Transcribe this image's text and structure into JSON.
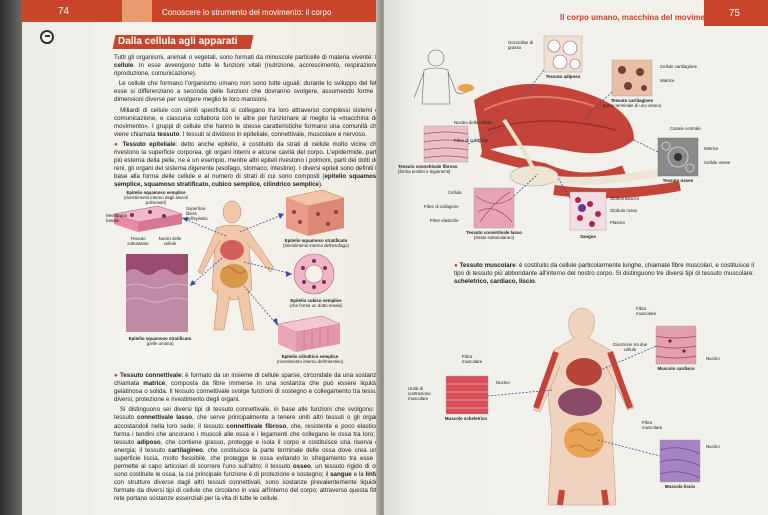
{
  "header_left": {
    "page_number": "74",
    "chapter": "Conoscere lo strumento del movimento: il corpo"
  },
  "header_right": {
    "page_number": "75",
    "chapter": "Il corpo umano, macchina del movimento"
  },
  "section_title": "Dalla cellula agli apparati",
  "intro": {
    "p1a": "Tutti gli organismi, animali o vegetali, sono formati da minuscole particelle di materia vivente:",
    "p1b": "le ",
    "p1_bold": "cellule",
    "p1c": ". In esse avvengono tutte le funzioni vitali (nutrizione, accrescimento, respirazione, riproduzione, comunicazione).",
    "p2": "Le cellule che formano l'organismo umano non sono tutte uguali: durante lo sviluppo del feto esse si differenziano a seconda delle funzioni che dovranno svolgere, assumendo forme e dimensioni diverse per svolgere meglio le loro mansioni.",
    "p3a": "Miliardi di cellule con simili specificità si collegano tra loro attraverso complessi sistemi di comunicazione, e ciascuna collabora con le altre per funzionare al meglio la «macchina del movimento». I gruppi di cellule che hanno le stesse caratteristiche formano una comunità che viene chiamata ",
    "p3_bold": "tessuto",
    "p3b": ". I tessuti si dividono in epiteliale, connettivale, muscolare e nervoso."
  },
  "epithelial": {
    "lead": "Tessuto epiteliale",
    "text": ": detto anche epitelio, è costituito da strati di cellule molto vicine che rivestono la superficie corporea, gli organi interni e alcune cavità del corpo. L'epidermide, parte più esterna della pelle, ne è un esempio, mentre altri epiteli rivestono i polmoni, parti dei dotti dei reni, gli organi del sistema digerente (esofago, stomaco, intestino). I diversi epiteli sono definiti in base alla forma delle cellule e al numero di strati di cui sono composti (",
    "types": "epitelio squamoso semplice, squamoso stratificato, cubico semplice, cilindrico semplice",
    "end": ")."
  },
  "epi_figure": {
    "squamous_simple": "Epitelio squamoso semplice",
    "squamous_simple_sub": "(rivestimento interno degli alveoli polmonari)",
    "basal_membrane": "Membrana basale",
    "free_surface": "Superficie libera dell'epitelio",
    "connective": "Tessuto sottostante",
    "nuclei": "Nuclei delle cellule",
    "squamous_strat": "Epitelio squamoso stratificato",
    "squamous_strat_sub": "(rivestimento interno dell'esofago)",
    "cubic": "Epitelio cubico semplice",
    "cubic_sub": "(che forma un dotto renale)",
    "skin": "Epitelio squamoso stratificato",
    "skin_sub": "(pelle umana)",
    "cylindric": "Epitelio cilindrico semplice",
    "cylindric_sub": "(rivestimento interno dell'intestino)"
  },
  "connective": {
    "lead": "Tessuto connettivale",
    "text1": ": è formato da un insieme di cellule sparse, circondate da una sostanza chiamata ",
    "matrice": "matrice",
    "text2": ", composta da fibre immerse in una sostanza che può essere liquida, gelatinosa o solida. Il tessuto connettivale svolge funzioni di sostegno e collegamento tra tessuti diversi, protezione e rivestimento degli organi.",
    "text3": "Si distinguono sei diversi tipi di tessuto connettivale, in base alle funzioni che svolgono: il tessuto ",
    "lasso": "connettivale lasso",
    "text4": ", che serve principalmente a tenere uniti altri tessuti o gli organi accostandoli nella loro sede; il tessuto ",
    "fibroso": "connettivale fibroso",
    "text5": ", che, resistente e poco elastico, forma i tendini che ancorano i muscoli alle ossa e i legamenti che collegano le ossa tra loro; il tessuto ",
    "adiposo": "adiposo",
    "text6": ", che contiene grasso, protegge e isola il corpo e costituisce una riserva di energia; il tessuto ",
    "cartilagineo": "cartilagineo",
    "text7": ", che costituisce la parte terminale delle ossa dove crea una superficie liscia, molto flessibile, che protegge le ossa evitando lo sfregamento tra esse e permette al capo articolari di scorrere l'uno sull'altro; il tessuto ",
    "osseo": "osseo",
    "text8": ", un tessuto rigido di cui sono costituite le ossa, la cui principale funzione è di protezione e sostegno; il ",
    "sangue": "sangue",
    "e": " e la ",
    "linfa": "linfa",
    "text9": ", con strutture diverse dagli altri tessuti connettivali, sono sostanze prevalentemente liquide, formate da diversi tipi di cellule che circolano in vasi all'interno del corpo; attraverso questa fitta rete portano sostanze essenziali per la vita di tutte le cellule."
  },
  "arm_figure": {
    "fat_drops": "Goccioline di grasso",
    "adipose": "Tessuto adiposo",
    "cart_cells": "Cellule cartilaginee",
    "matrix": "Matrice",
    "cartilage": "Tessuto cartilagineo",
    "cartilage_sub": "(parte terminale di uno osseo)",
    "central_canal": "Canale centrale",
    "matrix2": "Matrice",
    "bone_cells": "Cellule ossee",
    "bone": "Tessuto osseo",
    "cell_nucleus": "Nucleo della cellula",
    "collagen": "Fibre di collagene",
    "fibrous": "Tessuto connettivale fibroso",
    "fibrous_sub": "(forma tendini e legamenti)",
    "cell": "Cellula",
    "collagen2": "Fibre di collagene",
    "elastic": "Fibre elastiche",
    "loose": "Tessuto connettivale lasso",
    "loose_sub": "(strato sottocutaneo)",
    "wbc": "Globuli bianchi",
    "rbc": "Globulo rosso",
    "plasma": "Plasma",
    "blood": "Sangue"
  },
  "muscle": {
    "lead": "Tessuto muscolare",
    "text1": ": è costituito da cellule particolarmente lunghe, chiamate fibre muscolari, e costituisce il tipo di tessuto più abbondante all'interno del nostro corpo. Si distinguono tre diversi tipi di tessuto muscolare: ",
    "types": "scheletrico, cardiaco, liscio",
    "end": "."
  },
  "muscle_figure": {
    "fiber1": "Fibra muscolare",
    "junction": "Giunzione tra due cellule",
    "nucleus1": "Nucleo",
    "cardiac": "Muscolo cardiaco",
    "fiber2": "Fibra muscolare",
    "nucleus2": "Nucleo",
    "contraction": "Unità di contrazione muscolare",
    "skeletal": "Muscolo scheletrico",
    "fiber3": "Fibra muscolare",
    "nucleus3": "Nucleo",
    "smooth": "Muscolo liscio"
  },
  "colors": {
    "accent": "#c8442a",
    "arrow": "#3b4fa0"
  }
}
